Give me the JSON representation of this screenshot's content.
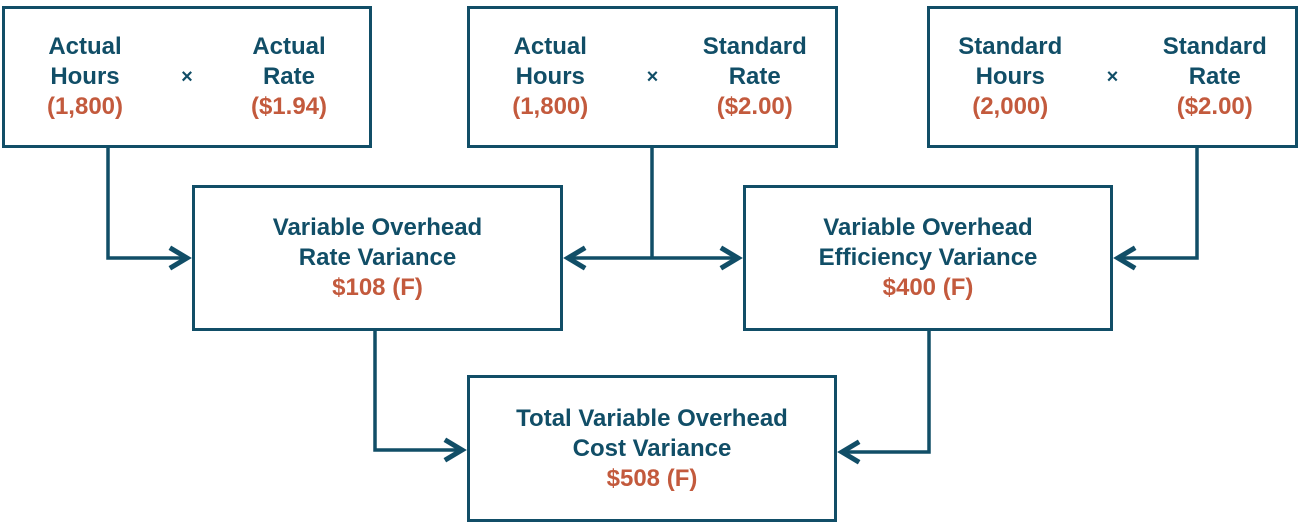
{
  "colors": {
    "teal": "#114e67",
    "orange": "#c35a3d",
    "background": "#ffffff"
  },
  "top_boxes": [
    {
      "left_title": "Actual\nHours",
      "left_value": "(1,800)",
      "operator": "×",
      "right_title": "Actual\nRate",
      "right_value": "($1.94)"
    },
    {
      "left_title": "Actual\nHours",
      "left_value": "(1,800)",
      "operator": "×",
      "right_title": "Standard\nRate",
      "right_value": "($2.00)"
    },
    {
      "left_title": "Standard\nHours",
      "left_value": "(2,000)",
      "operator": "×",
      "right_title": "Standard\nRate",
      "right_value": "($2.00)"
    }
  ],
  "variance_boxes": [
    {
      "title": "Variable Overhead\nRate Variance",
      "value": "$108 (F)"
    },
    {
      "title": "Variable Overhead\nEfficiency Variance",
      "value": "$400 (F)"
    }
  ],
  "total_box": {
    "title": "Total Variable Overhead\nCost Variance",
    "value": "$508 (F)"
  }
}
